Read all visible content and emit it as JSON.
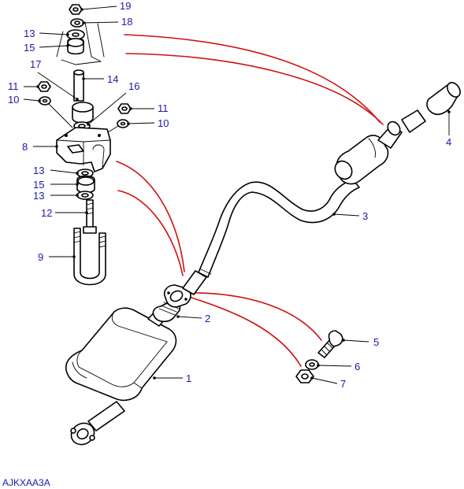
{
  "drawing_code": "AJKXAA3A",
  "callouts": {
    "c1": "1",
    "c2": "2",
    "c3": "3",
    "c4": "4",
    "c5": "5",
    "c6": "6",
    "c7": "7",
    "c8": "8",
    "c9": "9",
    "c10a": "10",
    "c10b": "10",
    "c11a": "11",
    "c11b": "11",
    "c12": "12",
    "c13a": "13",
    "c13b": "13",
    "c13c": "13",
    "c14": "14",
    "c15a": "15",
    "c15b": "15",
    "c16": "16",
    "c17": "17",
    "c18": "18",
    "c19": "19"
  },
  "colors": {
    "callout_text": "#1a1aa8",
    "relation_lines": "#d01010",
    "line_art": "#000000"
  }
}
